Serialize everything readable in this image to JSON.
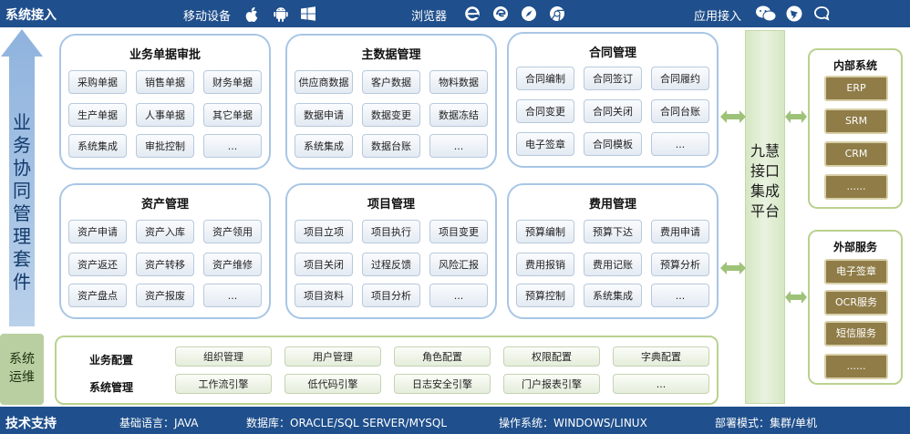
{
  "top_bar": {
    "title": "系统接入",
    "mobile_label": "移动设备",
    "browser_label": "浏览器",
    "app_label": "应用接入"
  },
  "left": {
    "suite_label": "业务协同管理套件",
    "ops_label": "系统运维"
  },
  "modules": {
    "doc_approval": {
      "title": "业务单据审批",
      "items": [
        "采购单据",
        "销售单据",
        "财务单据",
        "生产单据",
        "人事单据",
        "其它单据",
        "系统集成",
        "审批控制",
        "..."
      ]
    },
    "master_data": {
      "title": "主数据管理",
      "items": [
        "供应商数据",
        "客户数据",
        "物料数据",
        "数据申请",
        "数据变更",
        "数据冻结",
        "系统集成",
        "数据台账",
        "..."
      ]
    },
    "contract": {
      "title": "合同管理",
      "items": [
        "合同编制",
        "合同签订",
        "合同履约",
        "合同变更",
        "合同关闭",
        "合同台账",
        "电子签章",
        "合同模板",
        "..."
      ]
    },
    "asset": {
      "title": "资产管理",
      "items": [
        "资产申请",
        "资产入库",
        "资产领用",
        "资产返还",
        "资产转移",
        "资产维修",
        "资产盘点",
        "资产报废",
        "..."
      ]
    },
    "project": {
      "title": "项目管理",
      "items": [
        "项目立项",
        "项目执行",
        "项目变更",
        "项目关闭",
        "过程反馈",
        "风险汇报",
        "项目资料",
        "项目分析",
        "..."
      ]
    },
    "expense": {
      "title": "费用管理",
      "items": [
        "预算编制",
        "预算下达",
        "费用申请",
        "费用报销",
        "费用记账",
        "预算分析",
        "预算控制",
        "系统集成",
        "..."
      ]
    }
  },
  "ops": {
    "row1_label": "业务配置",
    "row1": [
      "组织管理",
      "用户管理",
      "角色配置",
      "权限配置",
      "字典配置"
    ],
    "row2_label": "系统管理",
    "row2": [
      "工作流引擎",
      "低代码引擎",
      "日志安全引擎",
      "门户报表引擎",
      "..."
    ]
  },
  "gateway": {
    "label": "九慧接口集成平台"
  },
  "internal": {
    "title": "内部系统",
    "items": [
      "ERP",
      "SRM",
      "CRM",
      "......"
    ]
  },
  "external": {
    "title": "外部服务",
    "items": [
      "电子签章",
      "OCR服务",
      "短信服务",
      "......"
    ]
  },
  "bottom_bar": {
    "title": "技术支持",
    "language": "基础语言：JAVA",
    "database": "数据库：ORACLE/SQL SERVER/MYSQL",
    "os": "操作系统：WINDOWS/LINUX",
    "deploy": "部署模式：集群/单机"
  },
  "colors": {
    "top_bar": "#1f4f8c",
    "module_border": "#a8c6e6",
    "ops_border": "#b9d28f",
    "system_item": "#8f7c47"
  }
}
